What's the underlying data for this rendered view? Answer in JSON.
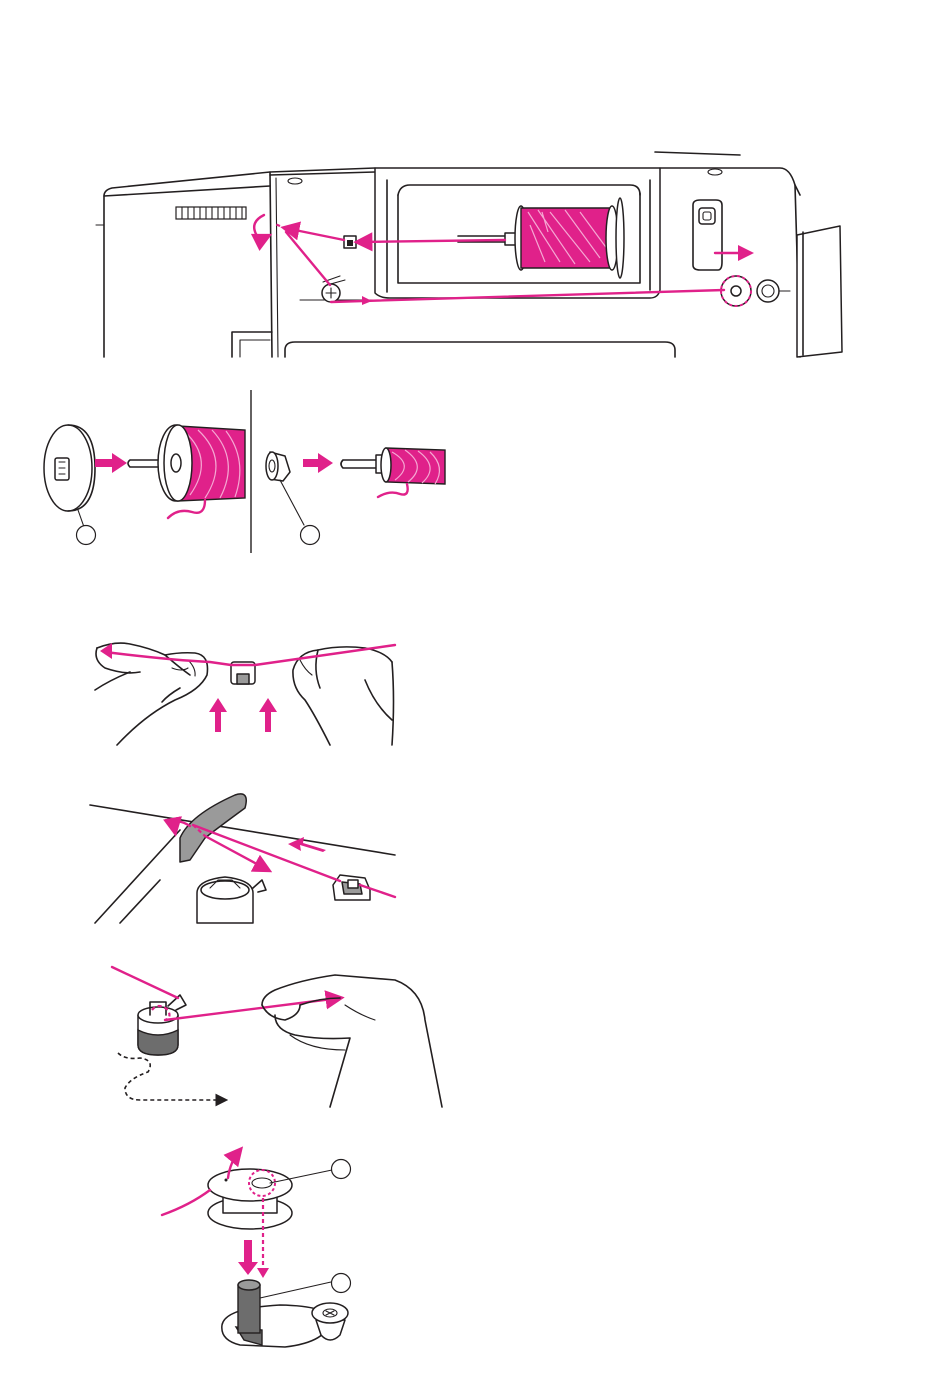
{
  "colors": {
    "thread": "#e0218a",
    "line": "#231f20",
    "grey": "#9a9a9a",
    "background": "#ffffff"
  },
  "figures": [
    {
      "id": "machine-top-threading-path"
    },
    {
      "id": "spool-cap-large"
    },
    {
      "id": "spool-cap-small"
    },
    {
      "id": "thread-guide-hands"
    },
    {
      "id": "pretension-spring"
    },
    {
      "id": "bobbin-winder-hand"
    },
    {
      "id": "bobbin-on-spindle"
    }
  ],
  "callouts": [
    "",
    "",
    "",
    ""
  ]
}
